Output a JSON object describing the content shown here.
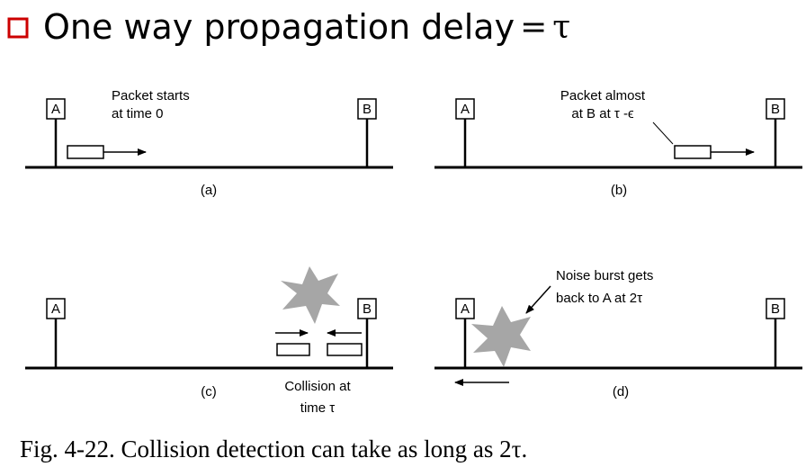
{
  "heading": {
    "text": "One way propagation delay",
    "equals": "=",
    "symbol": "τ",
    "bullet_color": "#cc0000"
  },
  "panels": {
    "a": {
      "label": "(a)",
      "station_a": "A",
      "station_b": "B",
      "note_line1": "Packet starts",
      "note_line2": "at time 0"
    },
    "b": {
      "label": "(b)",
      "station_a": "A",
      "station_b": "B",
      "note_line1": "Packet almost",
      "note_line2": "at B at τ -ϵ"
    },
    "c": {
      "label": "(c)",
      "station_a": "A",
      "station_b": "B",
      "note_line1": "Collision at",
      "note_line2": "time τ"
    },
    "d": {
      "label": "(d)",
      "station_a": "A",
      "station_b": "B",
      "note_line1": "Noise burst gets",
      "note_line2": "back to A  at 2τ"
    }
  },
  "colors": {
    "noise_burst": "#a6a6a6",
    "line": "#000000"
  },
  "caption": "Fig. 4-22. Collision detection can take as long as 2τ."
}
